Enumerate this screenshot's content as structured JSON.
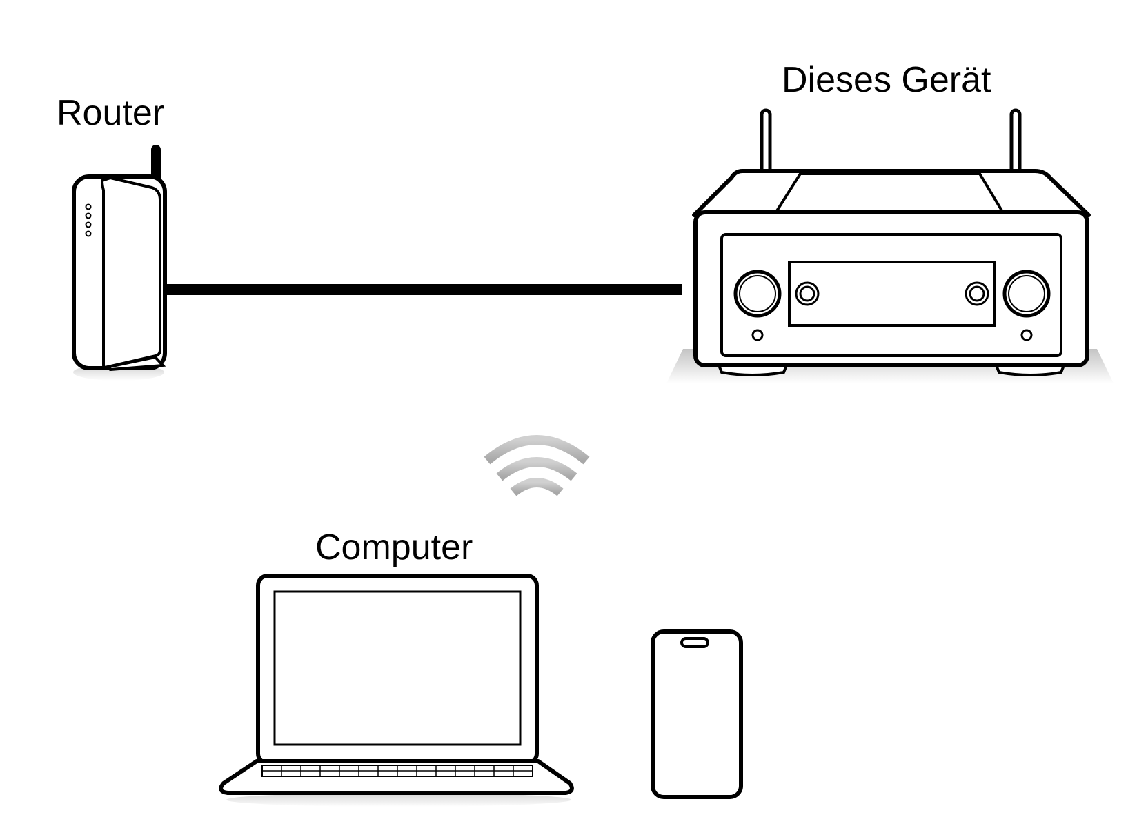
{
  "labels": {
    "router": "Router",
    "device": "Dieses Gerät",
    "computer": "Computer"
  },
  "nodes": [
    {
      "id": "router",
      "icon": "router-icon"
    },
    {
      "id": "device",
      "icon": "av-receiver-icon"
    },
    {
      "id": "computer",
      "icon": "laptop-icon"
    },
    {
      "id": "smartphone",
      "icon": "smartphone-icon"
    }
  ],
  "connections": [
    {
      "from": "router",
      "to": "device",
      "type": "wired"
    },
    {
      "from": "router",
      "to": "computer",
      "type": "wireless"
    }
  ],
  "colors": {
    "stroke": "#000000",
    "background": "#ffffff",
    "shadow": "#d9d9d9",
    "wifi": "#bdbdbd"
  }
}
